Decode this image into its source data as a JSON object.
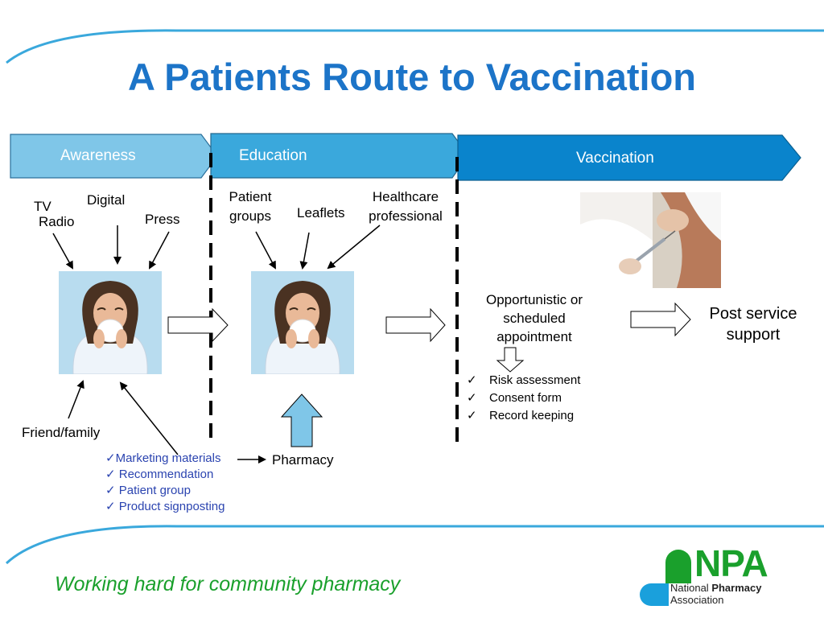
{
  "title": "A Patients Route to Vaccination",
  "stages": {
    "awareness": "Awareness",
    "education": "Education",
    "vaccination": "Vaccination"
  },
  "awareness": {
    "tv": "TV",
    "radio": "Radio",
    "digital": "Digital",
    "press": "Press",
    "friend_family": "Friend/family"
  },
  "education": {
    "patient_groups_line1": "Patient",
    "patient_groups_line2": "groups",
    "leaflets": "Leaflets",
    "healthcare_line1": "Healthcare",
    "healthcare_line2": "professional",
    "pharmacy": "Pharmacy"
  },
  "pharmacy_list": [
    "✓Marketing materials",
    "✓ Recommendation",
    "✓ Patient group",
    "✓ Product signposting"
  ],
  "vaccination": {
    "appointment_line1": "Opportunistic or",
    "appointment_line2": "scheduled",
    "appointment_line3": "appointment",
    "checklist": [
      "Risk assessment",
      "Consent form",
      "Record keeping"
    ],
    "post_service_line1": "Post service",
    "post_service_line2": "support"
  },
  "check_glyph": "✓",
  "footer": {
    "tagline": "Working hard for community pharmacy",
    "logo_letters": "NPA",
    "logo_line1_a": "National ",
    "logo_line1_b": "Pharmacy",
    "logo_line2": "Association"
  },
  "colors": {
    "title": "#1c74c8",
    "awareness_fill": "#7fc6e8",
    "education_fill": "#3aa8dc",
    "vaccination_fill": "#0a84cc",
    "list_text": "#2b44b0",
    "tagline": "#1aa02c",
    "logo_green": "#1aa02c",
    "logo_blue": "#1aa0dc"
  }
}
